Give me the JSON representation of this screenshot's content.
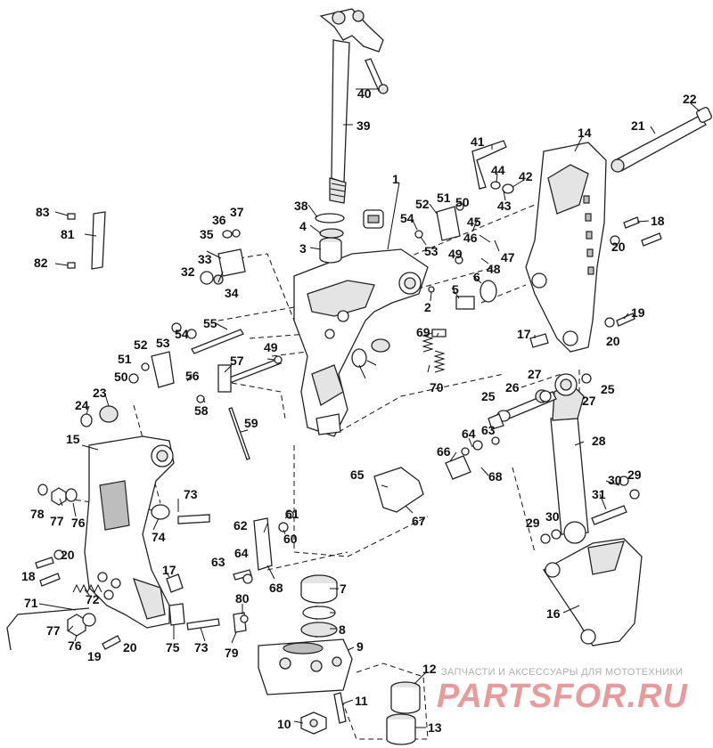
{
  "labels": [
    "1",
    "2",
    "3",
    "4",
    "5",
    "6",
    "7",
    "8",
    "9",
    "10",
    "11",
    "12",
    "13",
    "14",
    "15",
    "16",
    "17",
    "18",
    "19",
    "20",
    "21",
    "22",
    "23",
    "24",
    "25",
    "26",
    "27",
    "28",
    "29",
    "30",
    "31",
    "32",
    "33",
    "34",
    "35",
    "36",
    "37",
    "38",
    "39",
    "40",
    "41",
    "42",
    "43",
    "44",
    "45",
    "46",
    "47",
    "48",
    "49",
    "50",
    "51",
    "52",
    "53",
    "54",
    "55",
    "56",
    "57",
    "58",
    "59",
    "60",
    "61",
    "62",
    "63",
    "64",
    "65",
    "66",
    "67",
    "68",
    "69",
    "70",
    "71",
    "72",
    "73",
    "74",
    "75",
    "76",
    "77",
    "78",
    "79",
    "80",
    "81",
    "82",
    "83"
  ],
  "watermark": {
    "tagline": "ЗАПЧАСТИ И АКСЕССУАРЫ ДЛЯ МОТОТЕХНИКИ",
    "brand": "PARTSFOR.RU"
  }
}
